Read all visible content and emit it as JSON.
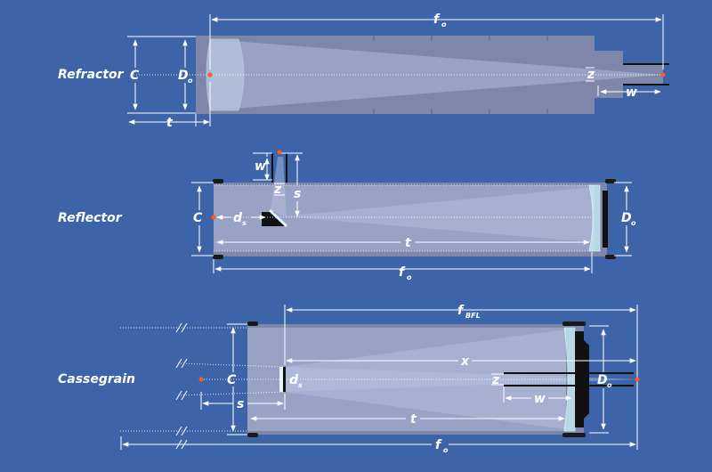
{
  "diagrams": [
    {
      "title": "Refractor",
      "labels": {
        "C": "C",
        "D": "D",
        "D_sub": "o",
        "f": "f",
        "f_sub": "o",
        "t": "t",
        "z": "z",
        "w": "w"
      }
    },
    {
      "title": "Reflector",
      "labels": {
        "C": "C",
        "D": "D",
        "D_sub": "o",
        "f": "f",
        "f_sub": "o",
        "t": "t",
        "w": "w",
        "z": "z",
        "s": "s",
        "d": "d",
        "d_sub": "s"
      }
    },
    {
      "title": "Cassegrain",
      "labels": {
        "C": "C",
        "D": "D",
        "D_sub": "o",
        "f": "f",
        "f_sub": "o",
        "fbfl": "f",
        "fbfl_sub": "BFL",
        "t": "t",
        "s": "s",
        "x": "x",
        "z": "z",
        "w": "w",
        "d": "d",
        "d_sub": "s"
      }
    }
  ],
  "colors": {
    "background": "#3d64a8",
    "tube": "#7e87aa",
    "focal_point": "#ff5a1f",
    "optics": "#c8e6ef"
  }
}
